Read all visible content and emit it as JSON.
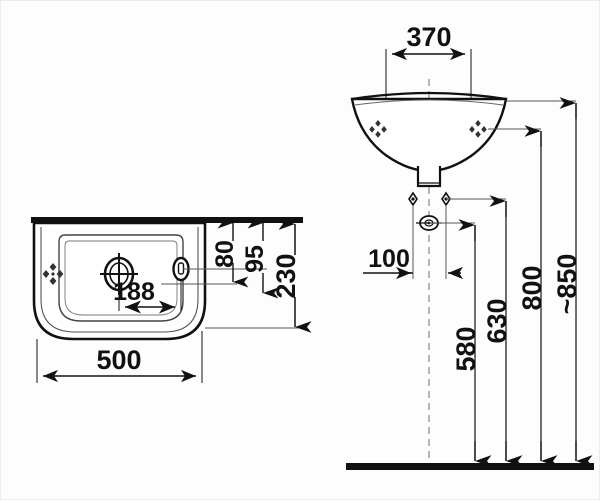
{
  "drawing": {
    "title": "Washbasin technical dimension drawing",
    "units": "mm",
    "line_color": "#111111",
    "background_color": "#fdfdfd",
    "views": [
      {
        "name": "plan-view",
        "label": "Top / plan view of washbasin",
        "features": [
          "basin-rim",
          "basin-bowl",
          "drain-hole",
          "overflow-hole",
          "fixing-mark"
        ]
      },
      {
        "name": "elevation-view",
        "label": "Side elevation view of washbasin",
        "features": [
          "basin-profile",
          "drain-stub",
          "wall-fixing-bolts",
          "waste-outlet",
          "floor-line"
        ]
      }
    ],
    "dimensions": {
      "plan": [
        {
          "name": "width",
          "value": "500",
          "orientation": "horizontal"
        },
        {
          "name": "drain-to-overflow",
          "value": "188",
          "orientation": "horizontal"
        },
        {
          "name": "depth-front",
          "value": "80",
          "orientation": "vertical"
        },
        {
          "name": "depth-mid",
          "value": "95",
          "orientation": "vertical"
        },
        {
          "name": "depth-total",
          "value": "230",
          "orientation": "vertical"
        }
      ],
      "elevation": [
        {
          "name": "projection",
          "value": "370",
          "orientation": "horizontal"
        },
        {
          "name": "fixing-spacing",
          "value": "100",
          "orientation": "horizontal"
        },
        {
          "name": "waste-height",
          "value": "580",
          "orientation": "vertical"
        },
        {
          "name": "lower-fixing-height",
          "value": "630",
          "orientation": "vertical"
        },
        {
          "name": "upper-fixing-height",
          "value": "800",
          "orientation": "vertical"
        },
        {
          "name": "rim-height",
          "value": "~850",
          "orientation": "vertical"
        }
      ]
    }
  }
}
